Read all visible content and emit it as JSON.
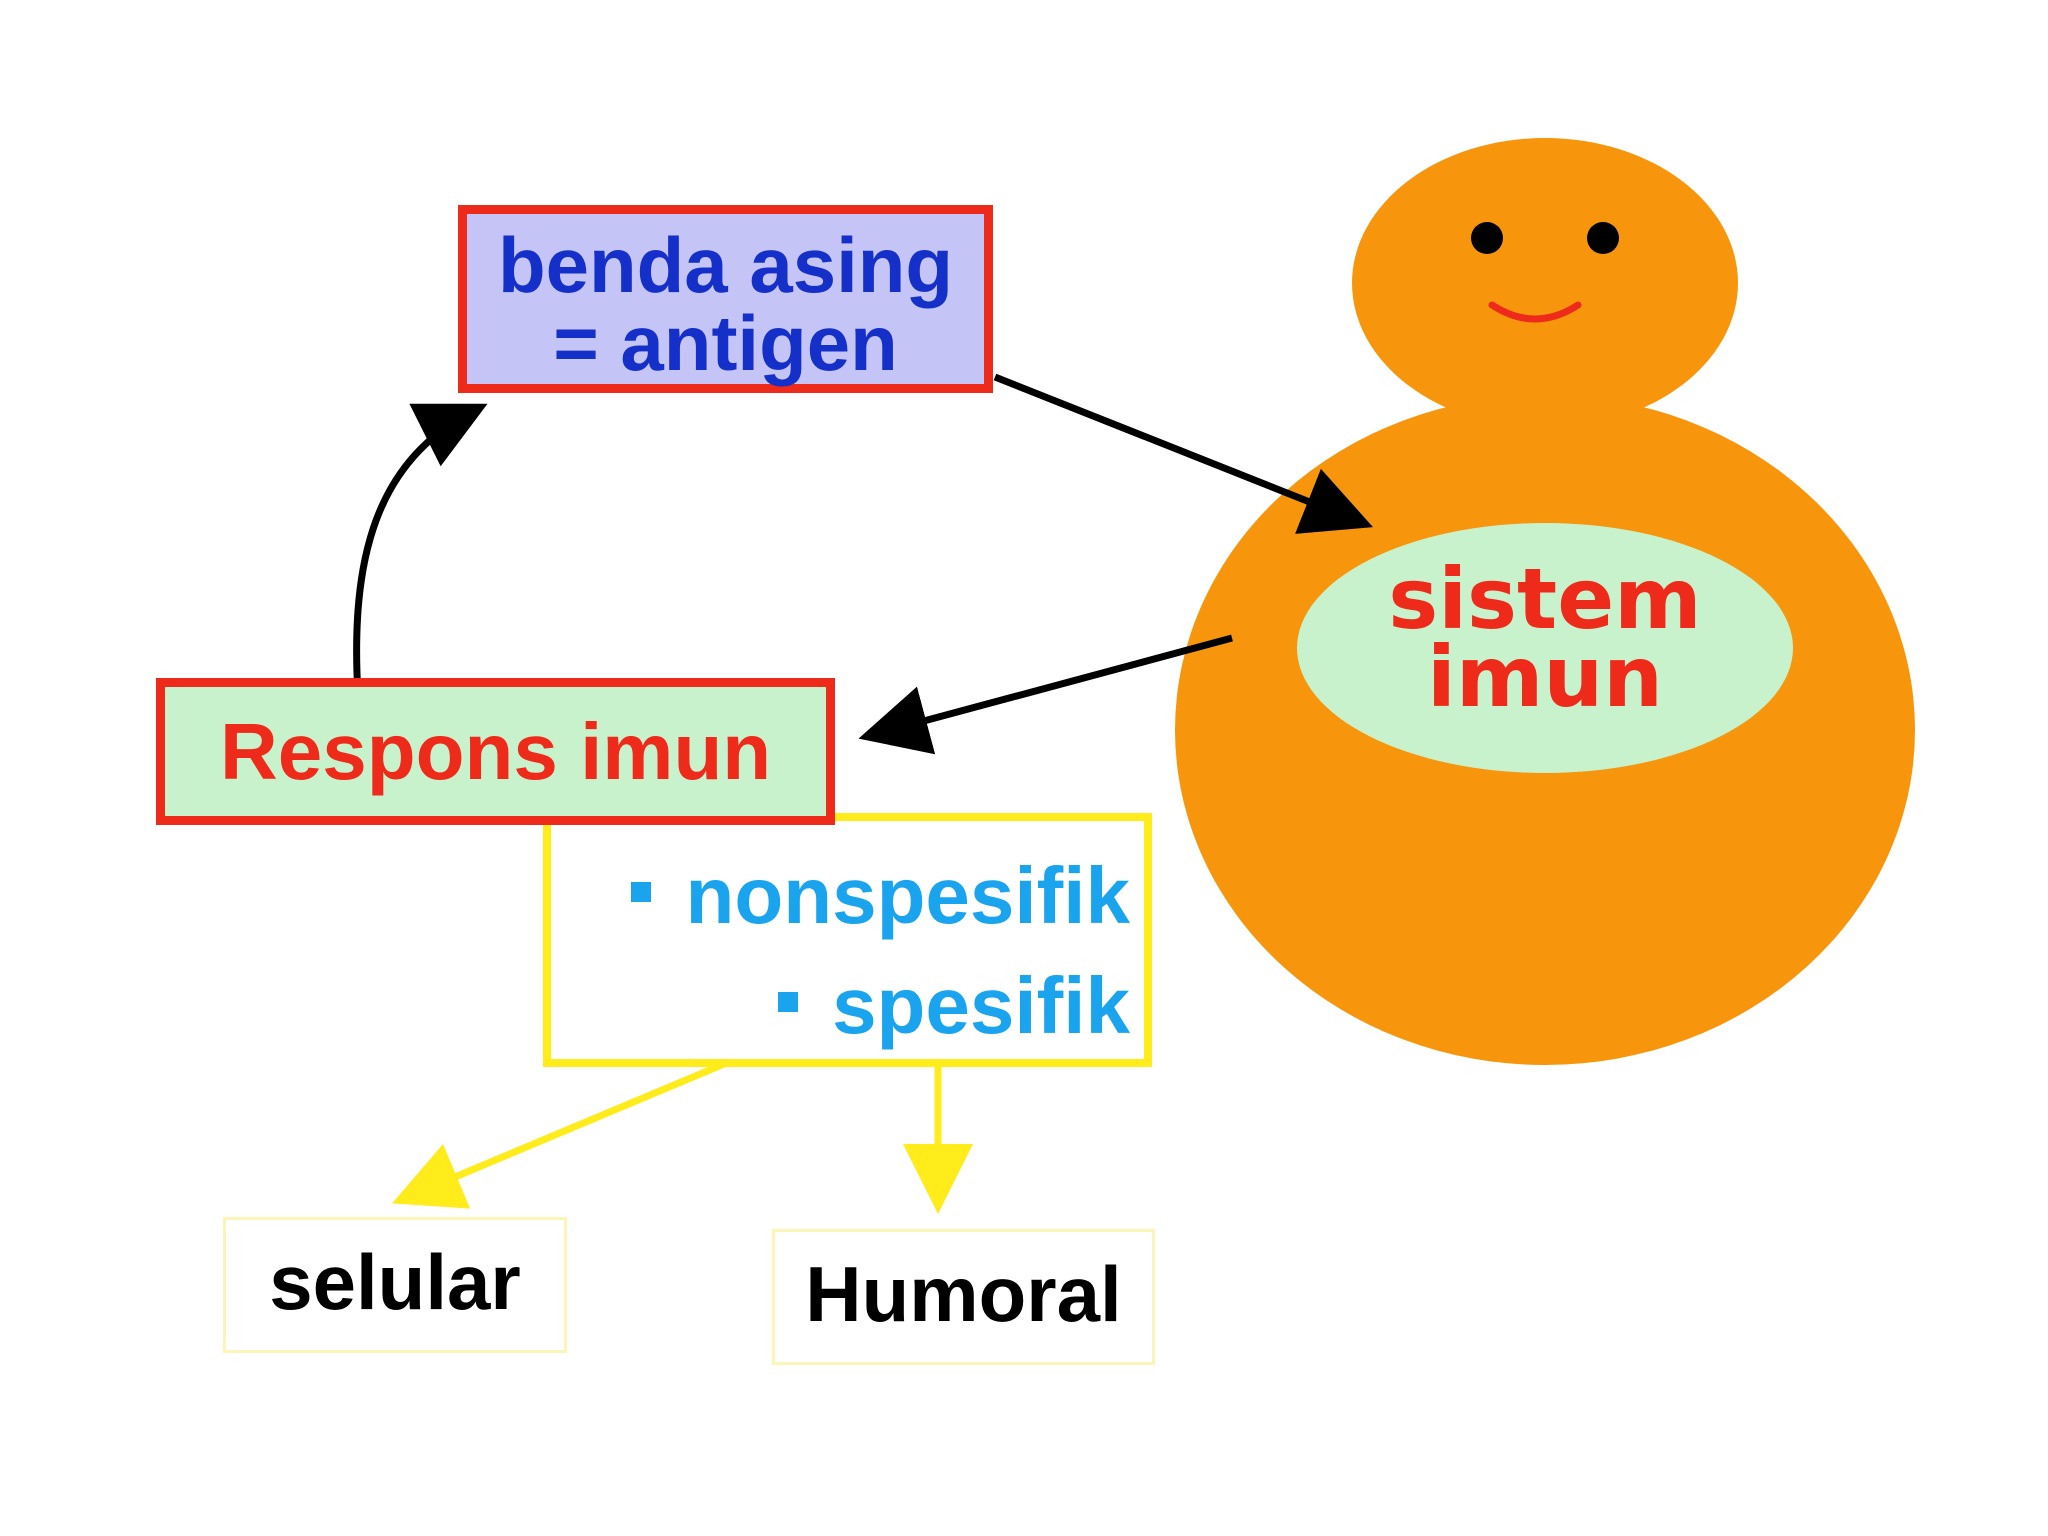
{
  "antigen_box": {
    "line1": "benda asing",
    "line2": "= antigen"
  },
  "system_label": {
    "line1": "sistem",
    "line2": "imun"
  },
  "response_box": {
    "label": "Respons imun"
  },
  "types": {
    "items": [
      "nonspesifik",
      "spesifik"
    ]
  },
  "outcomes": {
    "left": "selular",
    "right": "Humoral"
  },
  "colors": {
    "figure": "#f7960c",
    "belly": "#c8f2cc",
    "red_border": "#ee2a1a",
    "blue_text": "#1530c8",
    "cyan_text": "#1aa4ee",
    "yellow": "#ffec1a"
  }
}
